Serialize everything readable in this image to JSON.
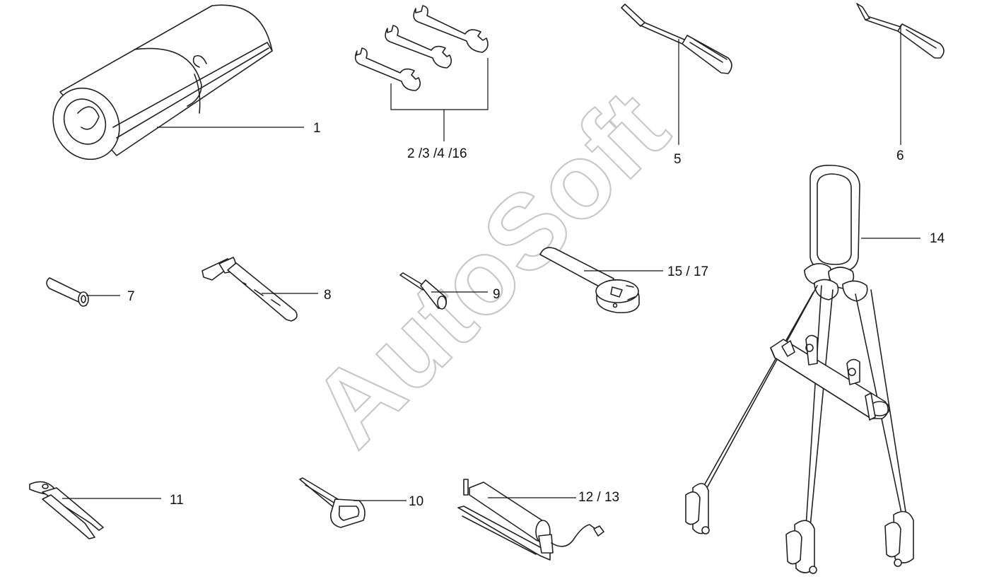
{
  "watermark": "AutoSoft",
  "callouts": {
    "c1": "1",
    "c2": "2 /3 /4 /16",
    "c5": "5",
    "c6": "6",
    "c7": "7",
    "c8": "8",
    "c9": "9",
    "c10": "10",
    "c11": "11",
    "c12": "12 / 13",
    "c14": "14",
    "c15": "15 / 17"
  }
}
